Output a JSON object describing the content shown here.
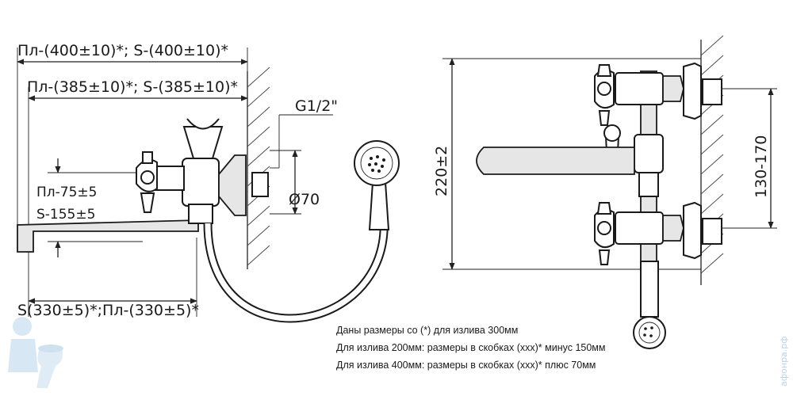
{
  "dimensions": {
    "overall_width": "Пл-(400±10)*; S-(400±10)*",
    "spout_width": "Пл-(385±10)*; S-(385±10)*",
    "thread": "G1/2\"",
    "pl_height": "Пл-75±5",
    "s_height": "S-155±5",
    "flange_diameter": "Ø70",
    "bottom_width": "S(330±5)*;Пл-(330±5)*",
    "total_height": "220±2",
    "mount_spacing": "130-170"
  },
  "notes": [
    "Даны размеры со (*) для излива 300мм",
    "Для излива 200мм: размеры в скобках (xxx)* минус 150мм",
    "Для излива 400мм: размеры в скобках (xxx)* плюс 70мм"
  ],
  "watermark": "афонра.рф",
  "colors": {
    "line": "#1a1a1a",
    "fill": "#e6e6e6",
    "watermark": "#b8d4ea"
  }
}
